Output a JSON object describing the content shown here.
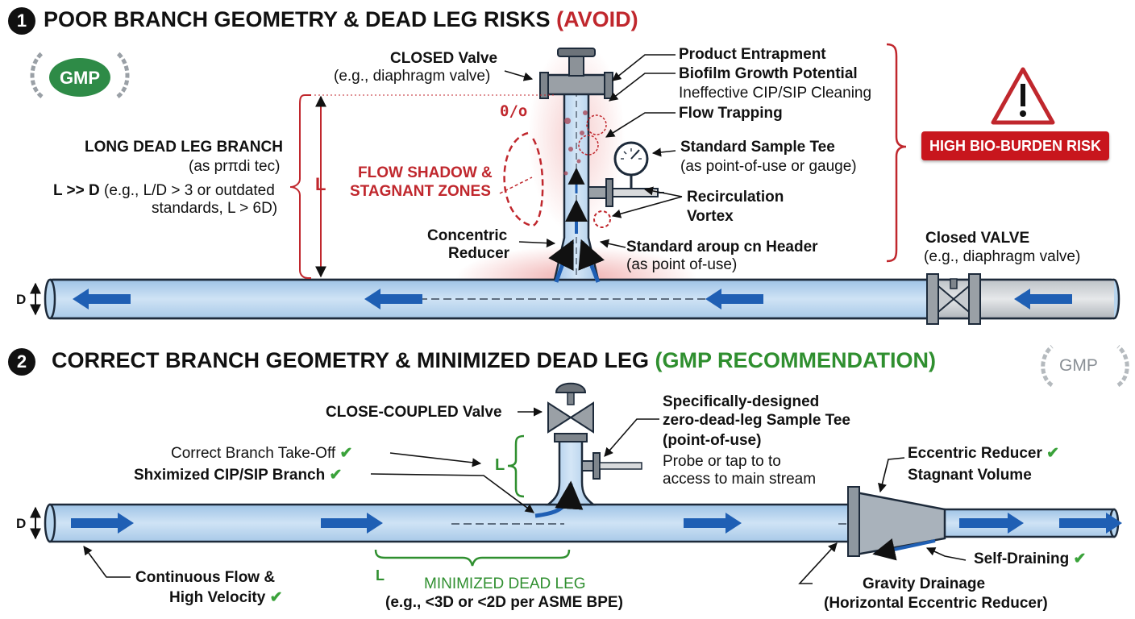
{
  "section1": {
    "number": "1",
    "title": "POOR BRANCH GEOMETRY & DEAD LEG RISKS",
    "title_suffix": "(AVOID)",
    "gmp_logo": "GMP",
    "closed_valve": "CLOSED Valve",
    "closed_valve_sub": "(e.g., diaphragm valve)",
    "long_dead_leg": "LONG DEAD LEG BRANCH",
    "long_dead_leg_sub": "(as prπdi tec)",
    "ratio_bold": "L >> D",
    "ratio_rest": " (e.g., L/D > 3 or outdated",
    "ratio_line2": "standards, L > 6D)",
    "l_label": "L",
    "d_label": "D",
    "flow_shadow_1": "FLOW SHADOW &",
    "flow_shadow_2": "STAGNANT ZONES",
    "zero_label": "0/o",
    "concentric_1": "Concentric",
    "concentric_2": "Reducer",
    "risk_1": "Product Entrapment",
    "risk_2": "Biofilm Growth Potential",
    "risk_3": "Ineffective CIP/SIP Cleaning",
    "risk_4": "Flow Trapping",
    "sample_tee": "Standard Sample Tee",
    "sample_tee_sub": "(as point-of-use or gauge)",
    "recirc_1": "Recirculation",
    "recirc_2": "Vortex",
    "header_1": "Standard aroup cn Header",
    "header_2": "(as point of-use)",
    "risk_badge": "HIGH BIO-BURDEN RISK",
    "closed_valve2": "Closed VALVE",
    "closed_valve2_sub": "(e.g., diaphragm valve)",
    "warning_icon": "warning-triangle-icon"
  },
  "section2": {
    "number": "2",
    "title": "CORRECT BRANCH GEOMETRY & MINIMIZED DEAD LEG",
    "title_suffix": "(GMP RECOMMENDATION)",
    "gmp_logo": "GMP",
    "close_coupled": "CLOSE-COUPLED Valve",
    "takeoff": "Correct Branch Take-Off",
    "cip_branch": "Shximized CIP/SIP Branch",
    "l_label": "L",
    "l_label_bottom": "L",
    "d_label": "D",
    "zero_tee_1": "Specifically-designed",
    "zero_tee_2": "zero-dead-leg Sample Tee",
    "zero_tee_3": "(point-of-use)",
    "probe_1": "Probe or tap to to",
    "probe_2": "access to main stream",
    "ecc_1": "Eccentric Reducer",
    "ecc_2": "Stagnant Volume",
    "self_drain": "Self-Draining",
    "continuous_1": "Continuous Flow &",
    "continuous_2": "High Velocity",
    "minimized": "MINIMIZED DEAD LEG",
    "minimized_sub": "(e.g., <3D or <2D per ASME BPE)",
    "gravity_1": "Gravity Drainage",
    "gravity_2": "(Horizontal Eccentric Reducer)",
    "check": "✔"
  },
  "colors": {
    "pipe_fill": "#b8d5ee",
    "pipe_stroke": "#1d2a3a",
    "arrow_blue": "#1f5fb4",
    "danger_red": "#c0272d",
    "gmp_green": "#2f8f2f"
  }
}
